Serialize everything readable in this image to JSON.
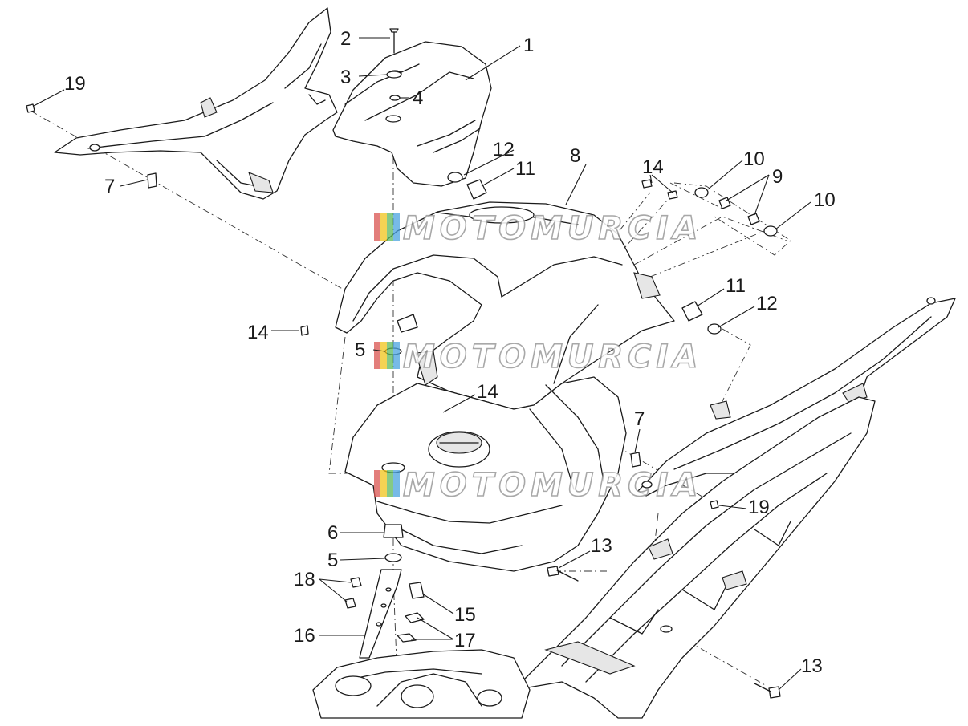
{
  "watermark": {
    "text": "MOTOMURCIA",
    "stripe_colors": [
      "#d9534f",
      "#f0c419",
      "#5cb85c",
      "#4aa3df"
    ]
  },
  "callouts": {
    "c1": "1",
    "c2": "2",
    "c3": "3",
    "c4": "4",
    "c5a": "5",
    "c5b": "5",
    "c6": "6",
    "c7a": "7",
    "c7b": "7",
    "c8": "8",
    "c9": "9",
    "c10a": "10",
    "c10b": "10",
    "c11a": "11",
    "c11b": "11",
    "c12a": "12",
    "c12b": "12",
    "c13a": "13",
    "c13b": "13",
    "c14a": "14",
    "c14b": "14",
    "c14c": "14",
    "c15": "15",
    "c16": "16",
    "c17": "17",
    "c18": "18",
    "c19a": "19",
    "c19b": "19"
  }
}
